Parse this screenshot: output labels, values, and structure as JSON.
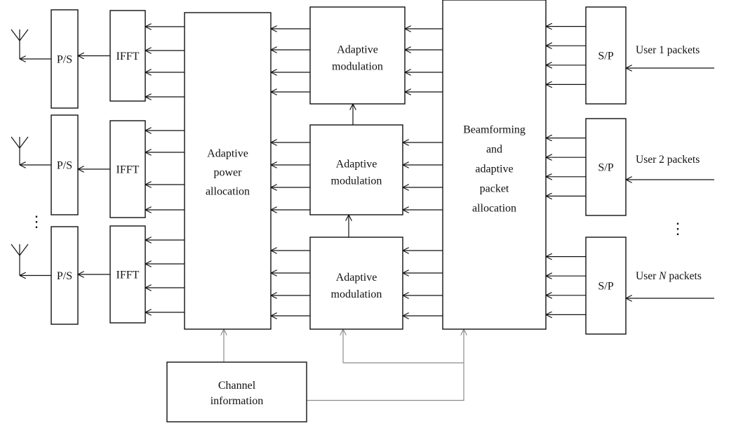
{
  "colors": {
    "line": "#111111",
    "control_line": "#8c8c8c",
    "background": "#ffffff"
  },
  "blocks": {
    "ps": "P/S",
    "ifft": "IFFT",
    "sp": "S/P",
    "power_allocation": [
      "Adaptive",
      "power",
      "allocation"
    ],
    "modulation": [
      "Adaptive",
      "modulation"
    ],
    "beamforming": [
      "Beamforming",
      "and",
      "adaptive",
      "packet",
      "allocation"
    ],
    "channel_info": [
      "Channel",
      "information"
    ]
  },
  "users": [
    {
      "prefix": "User 1 packets",
      "italic": "",
      "suffix": ""
    },
    {
      "prefix": "User 2 packets",
      "italic": "",
      "suffix": ""
    },
    {
      "prefix": "User ",
      "italic": "N",
      "suffix": " packets"
    }
  ],
  "ellipsis": "⋮",
  "icons": [
    "antenna-icon"
  ]
}
